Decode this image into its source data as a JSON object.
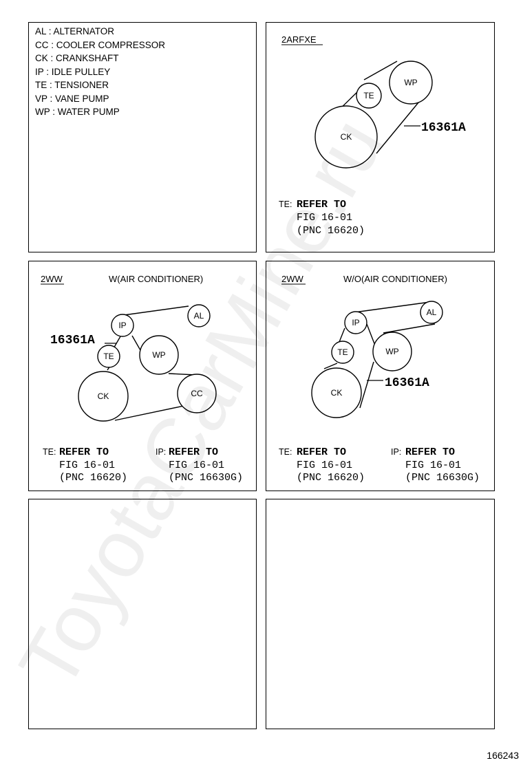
{
  "legend": [
    "AL : ALTERNATOR",
    "CC : COOLER COMPRESSOR",
    "CK : CRANKSHAFT",
    "IP : IDLE PULLEY",
    "TE : TENSIONER",
    "VP : VANE PUMP",
    "WP : WATER PUMP"
  ],
  "panel_2arfxe": {
    "engine": "2ARFXE",
    "pulleys": {
      "wp": "WP",
      "te": "TE",
      "ck": "CK"
    },
    "part_no": "16361A",
    "refs": [
      {
        "prefix": "TE:",
        "l1": "REFER TO",
        "l2": "FIG 16-01",
        "l3": "(PNC 16620)"
      }
    ]
  },
  "panel_2ww_ac": {
    "engine": "2WW",
    "condition": "W(AIR CONDITIONER)",
    "pulleys": {
      "ip": "IP",
      "al": "AL",
      "te": "TE",
      "wp": "WP",
      "ck": "CK",
      "cc": "CC"
    },
    "part_no": "16361A",
    "refs": [
      {
        "prefix": "TE:",
        "l1": "REFER TO",
        "l2": "FIG 16-01",
        "l3": "(PNC 16620)"
      },
      {
        "prefix": "IP:",
        "l1": "REFER TO",
        "l2": "FIG 16-01",
        "l3": "(PNC 16630G)"
      }
    ]
  },
  "panel_2ww_noac": {
    "engine": "2WW",
    "condition": "W/O(AIR CONDITIONER)",
    "pulleys": {
      "ip": "IP",
      "al": "AL",
      "te": "TE",
      "wp": "WP",
      "ck": "CK"
    },
    "part_no": "16361A",
    "refs": [
      {
        "prefix": "TE:",
        "l1": "REFER TO",
        "l2": "FIG 16-01",
        "l3": "(PNC 16620)"
      },
      {
        "prefix": "IP:",
        "l1": "REFER TO",
        "l2": "FIG 16-01",
        "l3": "(PNC 16630G)"
      }
    ]
  },
  "watermark": "ToyotaCarMine.ru",
  "page_number": "166243"
}
